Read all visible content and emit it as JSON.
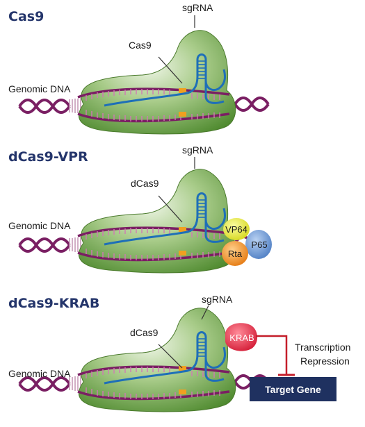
{
  "colors": {
    "heading": "#24356b",
    "dna_strand": "#7a1f63",
    "dna_rungs": "#c06fa8",
    "protein_green_light": "#e9f2df",
    "protein_green_dark": "#4f8a2f",
    "rna": "#1e6fb8",
    "pam_orange": "#f0a020",
    "vp64": "#e3e63a",
    "p65": "#5f8fd0",
    "rta": "#f08a20",
    "krab": "#e8304a",
    "target_box": "#1f3160",
    "repression_bar": "#c41e2a"
  },
  "panels": [
    {
      "heading": "Cas9",
      "protein_label": "Cas9",
      "guide_label": "sgRNA",
      "dna_label": "Genomic DNA"
    },
    {
      "heading": "dCas9-VPR",
      "protein_label": "dCas9",
      "guide_label": "sgRNA",
      "dna_label": "Genomic DNA",
      "effectors": [
        "VP64",
        "P65",
        "Rta"
      ]
    },
    {
      "heading": "dCas9-KRAB",
      "protein_label": "dCas9",
      "guide_label": "sgRNA",
      "dna_label": "Genomic DNA",
      "effectors": [
        "KRAB"
      ],
      "repression_label_line1": "Transcription",
      "repression_label_line2": "Repression",
      "target_label": "Target Gene"
    }
  ]
}
